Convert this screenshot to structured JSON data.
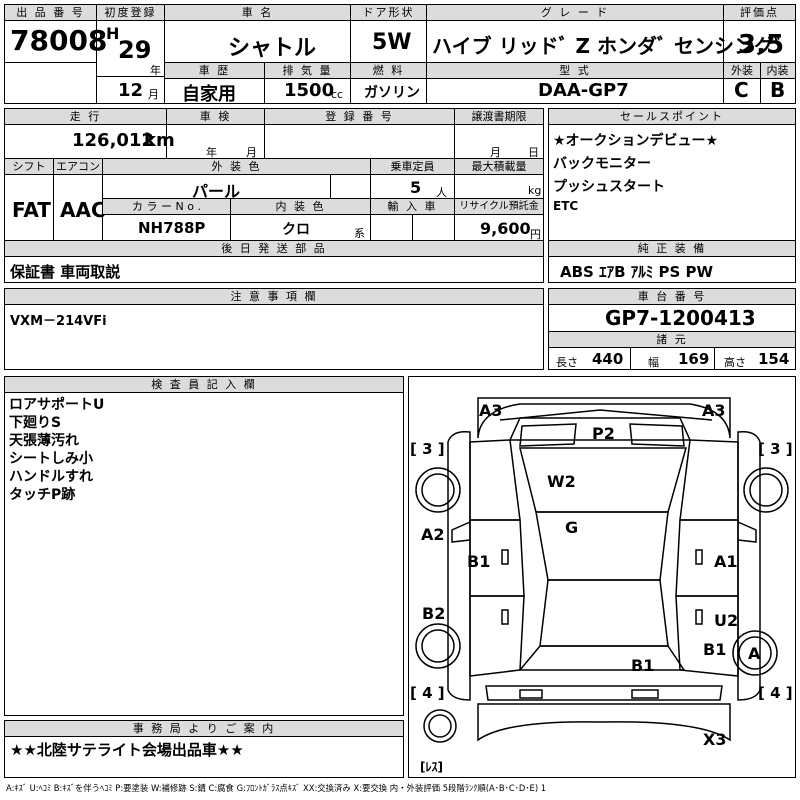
{
  "header": {
    "lot_label": "出 品 番 号",
    "lot_no": "78008",
    "first_reg_label": "初度登録",
    "era": "H",
    "year": "29",
    "year_unit": "年",
    "month": "12",
    "month_unit": "月",
    "car_name_label": "車 名",
    "car_name": "シャトル",
    "door_label": "ドア形状",
    "door": "5W",
    "grade_label": "グ レ ー ド",
    "grade": "ハイブ リッドﾞ Z ホンダﾞ センシングﾞ",
    "score_label": "評価点",
    "score": "3.5",
    "history_label": "車 歴",
    "history": "自家用",
    "displacement_label": "排 気 量",
    "displacement": "1500",
    "displacement_unit": "cc",
    "fuel_label": "燃 料",
    "fuel": "ガソリン",
    "model_label": "型 式",
    "model": "DAA-GP7",
    "ext_label": "外装",
    "int_label": "内装",
    "ext_grade": "C",
    "int_grade": "B"
  },
  "row2": {
    "mileage_label": "走 行",
    "mileage": "126,012",
    "mileage_unit": "km",
    "inspection_label": "車 検",
    "inspection_year_unit": "年",
    "inspection_month_unit": "月",
    "plate_label": "登 録 番 号",
    "transfer_label": "譲渡書期限",
    "transfer_month_unit": "月",
    "transfer_day_unit": "日",
    "shift_label": "シフト",
    "shift": "FAT",
    "ac_label": "エアコン",
    "ac": "AAC",
    "color_label": "外 装 色",
    "color": "パール",
    "capacity_label": "乗車定員",
    "capacity": "5",
    "capacity_unit": "人",
    "load_label": "最大積載量",
    "load_unit": "kg",
    "color_no_label": "カ ラ ー  N o .",
    "color_no": "NH788P",
    "int_color_label": "内 装 色",
    "int_color": "クロ",
    "int_color_unit": "系",
    "import_label": "輸 入 車",
    "recycle_label": "リサイクル預託金",
    "recycle": "9,600",
    "recycle_unit": "円",
    "later_label": "後 日 発 送 部 品",
    "later": "保証書 車両取説"
  },
  "sales": {
    "label": "セールスポイント",
    "items": [
      "★オークションデビュー★",
      "バックモニター",
      "プッシュスタート",
      "ETC"
    ]
  },
  "equipment": {
    "label": "純 正 装 備",
    "value": "ABS ｴｱB ｱﾙﾐ PS PW"
  },
  "notes": {
    "label": "注 意 事 項 欄",
    "value": "VXM－214VFi"
  },
  "chassis": {
    "label": "車 台 番 号",
    "value": "GP7-1200413",
    "spec_label": "諸 元",
    "length_label": "長さ",
    "length": "440",
    "width_label": "幅",
    "width": "169",
    "height_label": "高さ",
    "height": "154"
  },
  "inspector": {
    "label": "検 査 員 記 入 欄",
    "lines": [
      "ロアサポートU",
      "下廻りS",
      "天張薄汚れ",
      "シートしみ小",
      "ハンドルすれ",
      "タッチP跡"
    ]
  },
  "office": {
    "label": "事 務 局 よ り ご 案 内",
    "value": "★★北陸サテライト会場出品車★★"
  },
  "diagram": {
    "marks": {
      "a3_left": "A3",
      "a3_right": "A3",
      "p2": "P2",
      "w2": "W2",
      "g": "G",
      "a2": "A2",
      "b1_left": "B1",
      "a1": "A1",
      "b2": "B2",
      "u2": "U2",
      "b1_right": "B1",
      "b1_rear": "B1",
      "a_wheel": "A",
      "x3": "X3"
    },
    "tire_fl": "[ 3 ]",
    "tire_fr": "[ 3 ]",
    "tire_rl": "[ 4 ]",
    "tire_rr": "[ 4 ]",
    "spare": "[ﾚｽ]"
  },
  "footer": {
    "legend": "A:ｷｽﾞ U:ﾍｺﾐ B:ｷｽﾞを伴うﾍｺﾐ P:要塗装 W:補修跡 S:錆 C:腐食 G:ﾌﾛﾝﾄｶﾞﾗｽ点ｷｽﾞ XX:交換済み X:要交換  内・外装評価 5段階ﾗﾝｸ順(A･B･C･D･E) 1"
  }
}
